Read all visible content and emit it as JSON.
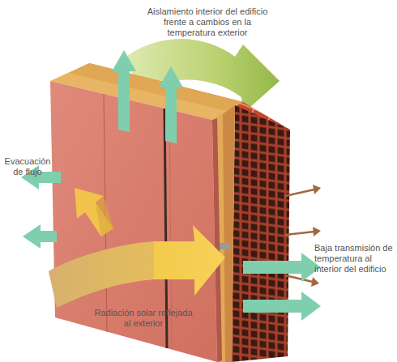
{
  "diagram": {
    "labels": [
      "Aislamiento interior del edificio frente a cambios en la temperatura exterior",
      "Evacuación de flujo",
      "Baja transmisión de temperatura al interior del edificio",
      "Radiación solar reflejada al exterior"
    ]
  }
}
